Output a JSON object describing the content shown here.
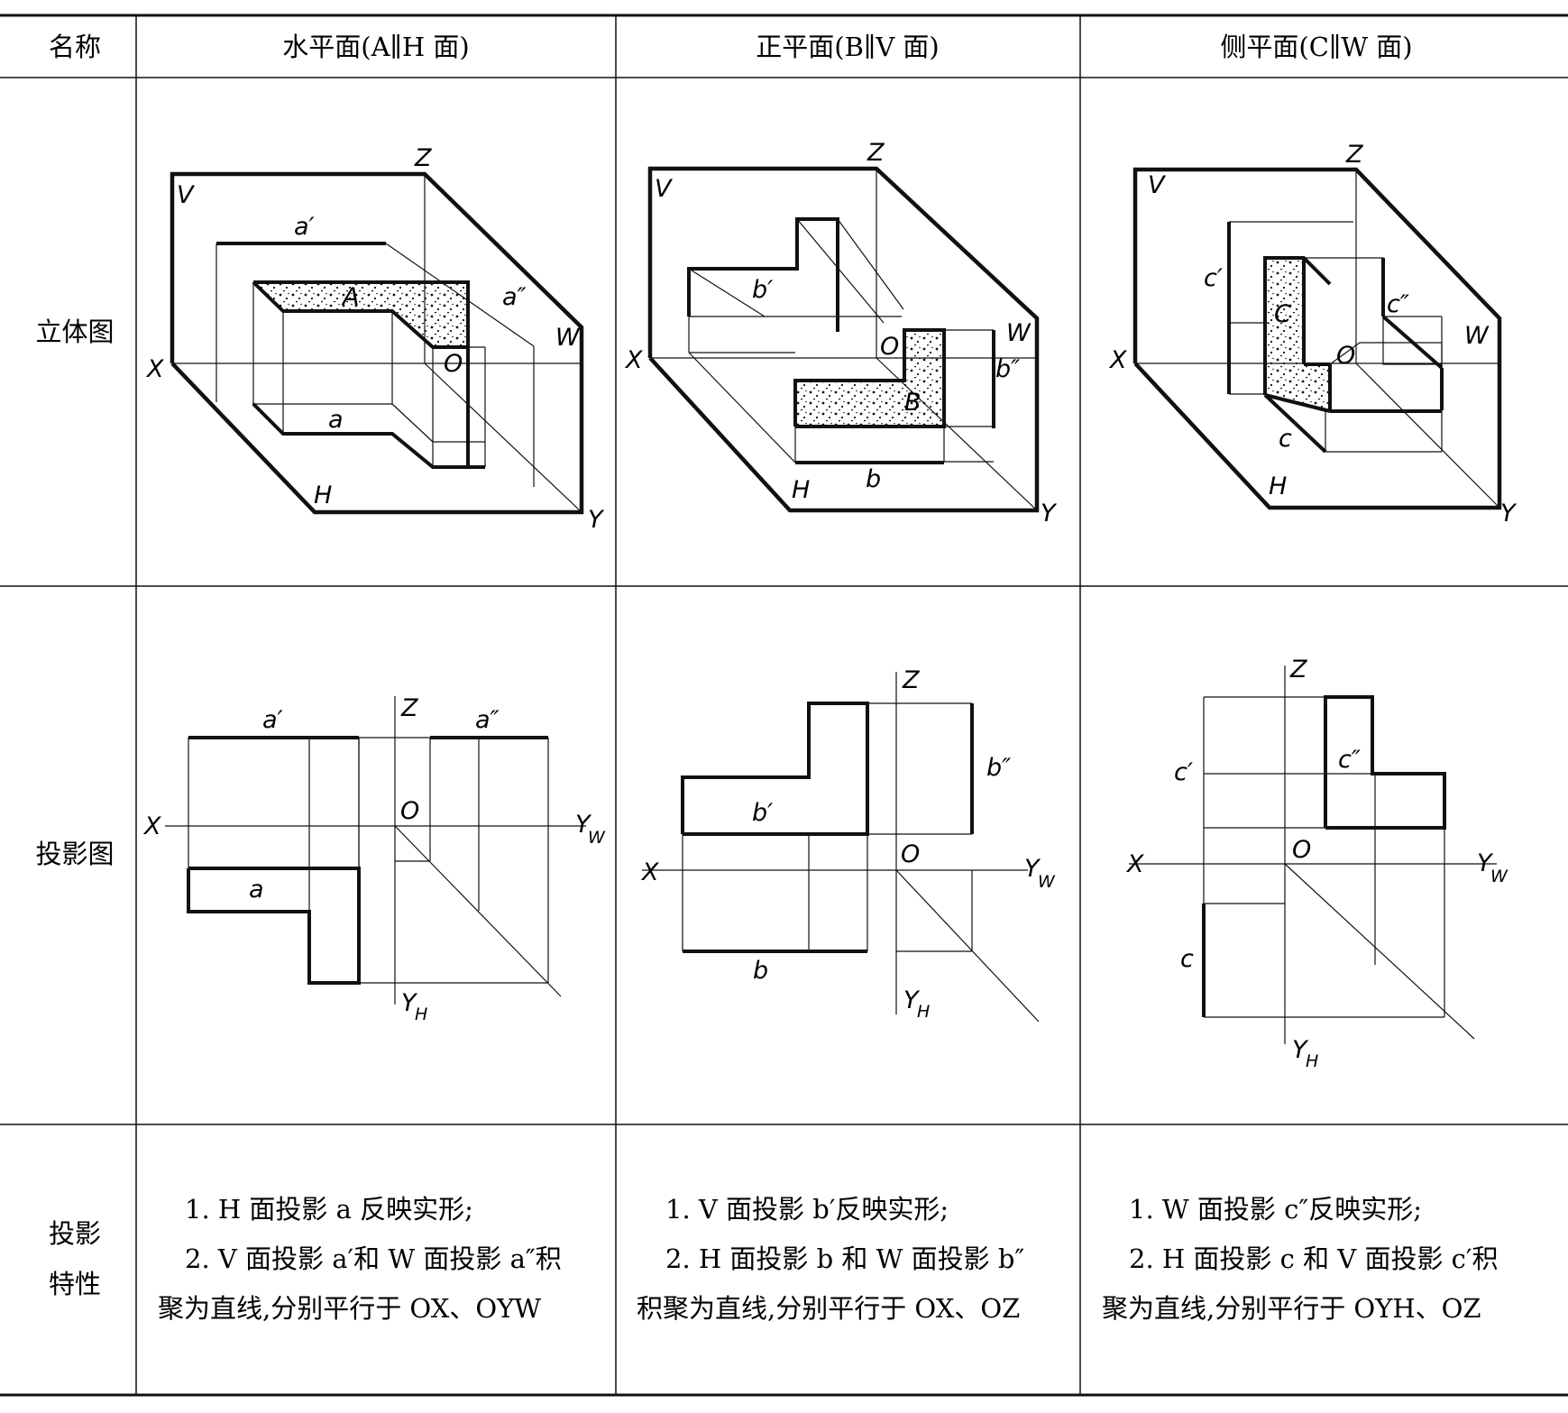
{
  "table": {
    "header": {
      "name": "名称",
      "col1": "水平面(A∥H 面)",
      "col2": "正平面(B∥V 面)",
      "col3": "侧平面(C∥W 面)"
    },
    "rows": {
      "stereo": "立体图",
      "projection": "投影图",
      "property_line1": "投影",
      "property_line2": "特性"
    },
    "properties": {
      "col1": {
        "l1": "1. H 面投影 a 反映实形;",
        "l2": "2. V 面投影 a′和 W 面投影 a″积",
        "l3": "聚为直线,分别平行于 OX、OYW"
      },
      "col2": {
        "l1": "1. V 面投影 b′反映实形;",
        "l2": "2. H 面投影 b 和 W 面投影 b″",
        "l3": "积聚为直线,分别平行于 OX、OZ"
      },
      "col3": {
        "l1": "1. W 面投影 c″反映实形;",
        "l2": "2. H 面投影 c 和 V 面投影 c′积",
        "l3": "聚为直线,分别平行于 OYH、OZ"
      }
    }
  },
  "labels": {
    "V": "V",
    "H": "H",
    "W": "W",
    "X": "X",
    "Y": "Y",
    "Z": "Z",
    "O": "O",
    "Yw_main": "Y",
    "Yw_sub": "W",
    "Yh_main": "Y",
    "Yh_sub": "H",
    "A": "A",
    "a": "a",
    "a1": "a′",
    "a2": "a″",
    "B": "B",
    "b": "b",
    "b1": "b′",
    "b2": "b″",
    "C": "C",
    "c": "c",
    "c1": "c′",
    "c2": "c″"
  }
}
